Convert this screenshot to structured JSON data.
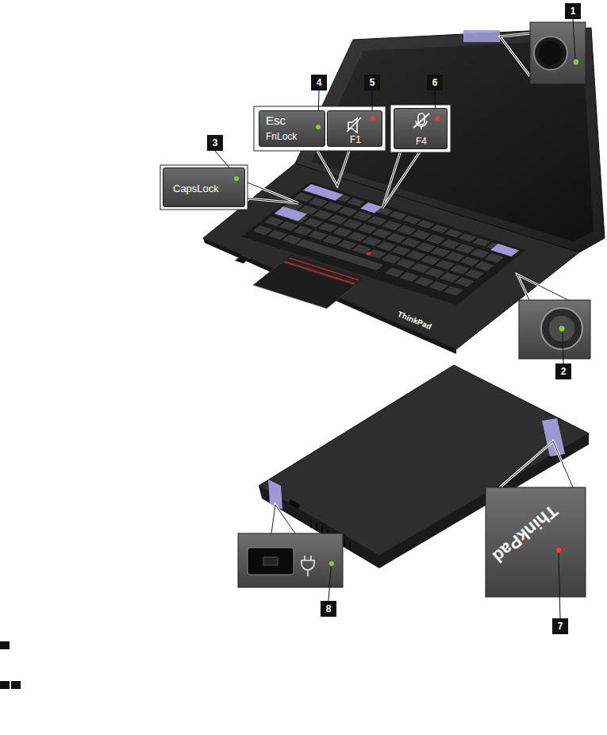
{
  "diagram": {
    "nodes": [
      {
        "text": [
          "Esc",
          "FnLock"
        ]
      },
      {
        "text": [
          "F1"
        ]
      },
      {
        "text": [
          "F4"
        ]
      },
      {
        "text": [
          "CapsLock"
        ]
      }
    ],
    "labels": [
      "1",
      "4",
      "5",
      "6",
      "3",
      "2",
      "ThinkPad",
      "ThinkPad",
      "8",
      "7"
    ]
  }
}
